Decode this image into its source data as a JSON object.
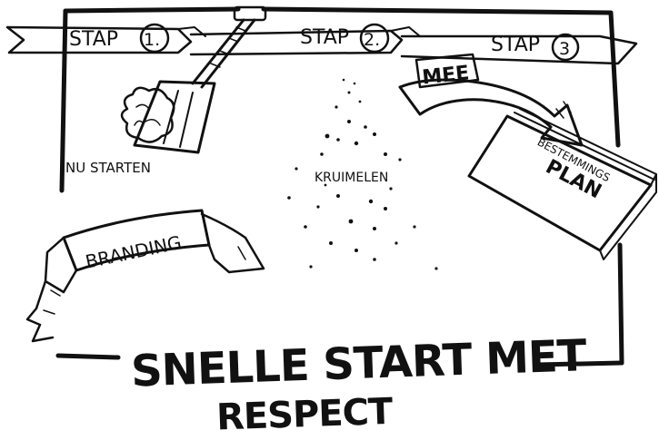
{
  "steps": [
    {
      "label": "STAP",
      "number": "1."
    },
    {
      "label": "STAP",
      "number": "2."
    },
    {
      "label": "STAP",
      "number": "3"
    }
  ],
  "labels": {
    "nu_starten": "NU STARTEN",
    "kruimelen": "KRUIMELEN",
    "mee": "MEE",
    "bestemmingsplan_line1": "BESTEMMINGS",
    "bestemmingsplan_line2": "PLAN",
    "branding": "BRANDING"
  },
  "title": {
    "line1": "SNELLE START MET",
    "line2": "RESPECT"
  }
}
